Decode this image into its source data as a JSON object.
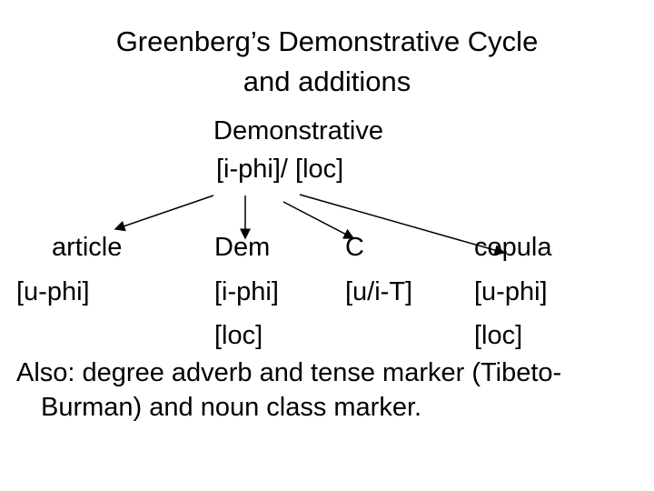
{
  "title": {
    "line1": "Greenberg’s Demonstrative Cycle",
    "line2": "and additions"
  },
  "root": {
    "label": "Demonstrative",
    "features": "[i-phi]/ [loc]"
  },
  "nodes": [
    {
      "label": "article",
      "features": [
        "[u-phi]"
      ]
    },
    {
      "label": "Dem",
      "features": [
        "[i-phi]",
        "[loc]"
      ]
    },
    {
      "label": "C",
      "features": [
        "[u/i-T]"
      ]
    },
    {
      "label": "copula",
      "features": [
        "[u-phi]",
        "[loc]"
      ]
    }
  ],
  "note": {
    "line1": "Also: degree adverb and tense marker (Tibeto-",
    "line2": "Burman) and noun class marker."
  }
}
